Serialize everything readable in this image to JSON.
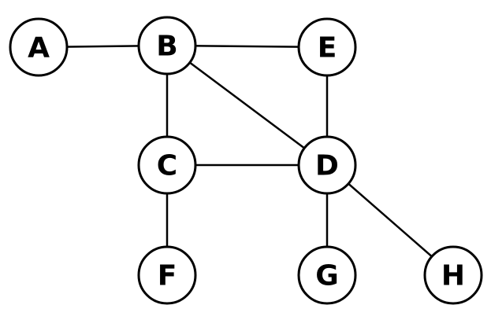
{
  "graph": {
    "nodes": [
      {
        "id": "A",
        "label": "A"
      },
      {
        "id": "B",
        "label": "B"
      },
      {
        "id": "E",
        "label": "E"
      },
      {
        "id": "C",
        "label": "C"
      },
      {
        "id": "D",
        "label": "D"
      },
      {
        "id": "F",
        "label": "F"
      },
      {
        "id": "G",
        "label": "G"
      },
      {
        "id": "H",
        "label": "H"
      }
    ],
    "edges": [
      [
        "A",
        "B"
      ],
      [
        "B",
        "E"
      ],
      [
        "B",
        "C"
      ],
      [
        "B",
        "D"
      ],
      [
        "E",
        "D"
      ],
      [
        "C",
        "D"
      ],
      [
        "C",
        "F"
      ],
      [
        "D",
        "G"
      ],
      [
        "D",
        "H"
      ]
    ],
    "colors": {
      "stroke": "#000000",
      "fill": "#ffffff"
    }
  }
}
